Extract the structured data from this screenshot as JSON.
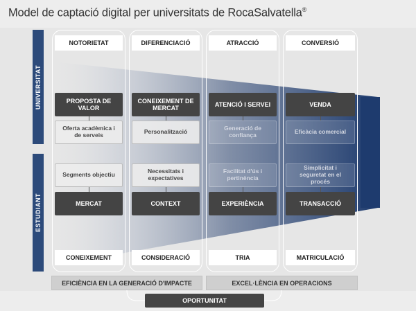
{
  "title": "Model de captació digital per universitats de RocaSalvatella",
  "title_mark": "®",
  "sides": {
    "top": "UNIVERSITAT",
    "bottom": "ESTUDIANT"
  },
  "columns": [
    {
      "header": "NOTORIETAT",
      "top_dark": "PROPOSTA DE VALOR",
      "top_light": "Oferta acadèmica i de serveis",
      "bottom_light": "Segments objectiu",
      "bottom_dark": "MERCAT",
      "footer": "CONEIXEMENT"
    },
    {
      "header": "DIFERENCIACIÓ",
      "top_dark": "CONEIXEMENT DE MERCAT",
      "top_light": "Personalització",
      "bottom_light": "Necessitats i expectatives",
      "bottom_dark": "CONTEXT",
      "footer": "CONSIDERACIÓ"
    },
    {
      "header": "ATRACCIÓ",
      "top_dark": "ATENCIÓ I SERVEI",
      "top_light": "Generació de confiança",
      "bottom_light": "Facilitat d'ús i pertinència",
      "bottom_dark": "EXPERIÈNCIA",
      "footer": "TRIA"
    },
    {
      "header": "CONVERSIÓ",
      "top_dark": "VENDA",
      "top_light": "Eficàcia comercial",
      "bottom_light": "Simplicitat i seguretat en el procés",
      "bottom_dark": "TRANSACCIÓ",
      "footer": "MATRICULACIÓ"
    }
  ],
  "bars": {
    "left": "EFICIÈNCIA EN LA GENERACIÓ D'IMPACTE",
    "right": "EXCEL·LÈNCIA EN OPERACIONS"
  },
  "bottom": "OPORTUNITAT",
  "colors": {
    "navy": "#2c4a7a",
    "dark_box": "#444444",
    "funnel_end": "#1e3b6e"
  }
}
